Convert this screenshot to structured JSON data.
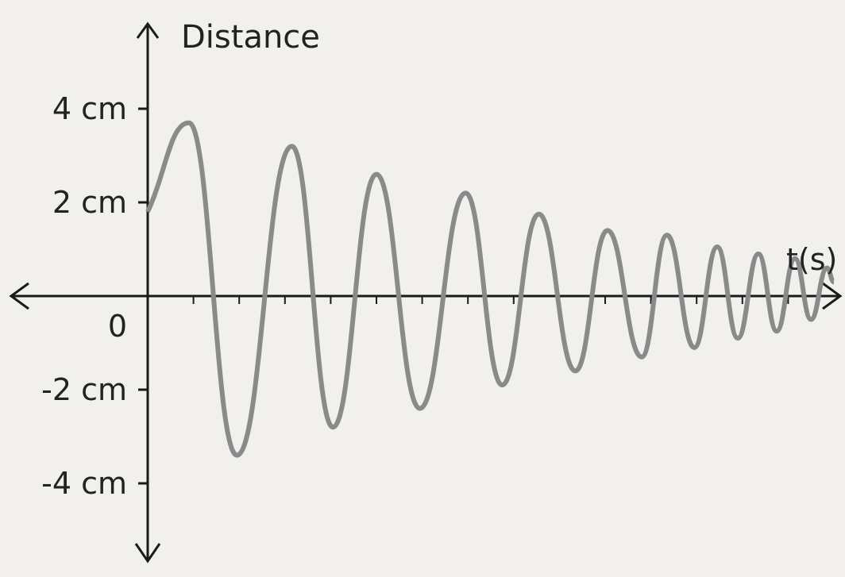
{
  "chart_data": {
    "type": "line",
    "title": "",
    "ylabel": "Distance",
    "xlabel": "t(s)",
    "origin_label": "0",
    "y_ticks": [
      {
        "value": 4,
        "label": "4 cm"
      },
      {
        "value": 2,
        "label": "2 cm"
      },
      {
        "value": -2,
        "label": "-2 cm"
      },
      {
        "value": -4,
        "label": "-4 cm"
      }
    ],
    "ylim": [
      -5.5,
      5.5
    ],
    "xlim": [
      0,
      15
    ],
    "grid": false,
    "series": [
      {
        "x": [
          0,
          0.9,
          1.95,
          3.15,
          4.05,
          5.0,
          5.95,
          6.95,
          7.75,
          8.55,
          9.35,
          10.05,
          10.8,
          11.35,
          11.95,
          12.45,
          12.9,
          13.35,
          13.75,
          14.15,
          14.5,
          14.85,
          15.0
        ],
        "y": [
          1.8,
          3.7,
          -3.4,
          3.2,
          -2.8,
          2.6,
          -2.4,
          2.2,
          -1.9,
          1.75,
          -1.6,
          1.4,
          -1.3,
          1.3,
          -1.1,
          1.05,
          -0.9,
          0.9,
          -0.75,
          0.8,
          -0.5,
          0.6,
          0.3
        ]
      }
    ],
    "colors": {
      "axis": "#1a1a1a",
      "curve": "#8a8a8a",
      "background": "#f1f0ed"
    }
  }
}
